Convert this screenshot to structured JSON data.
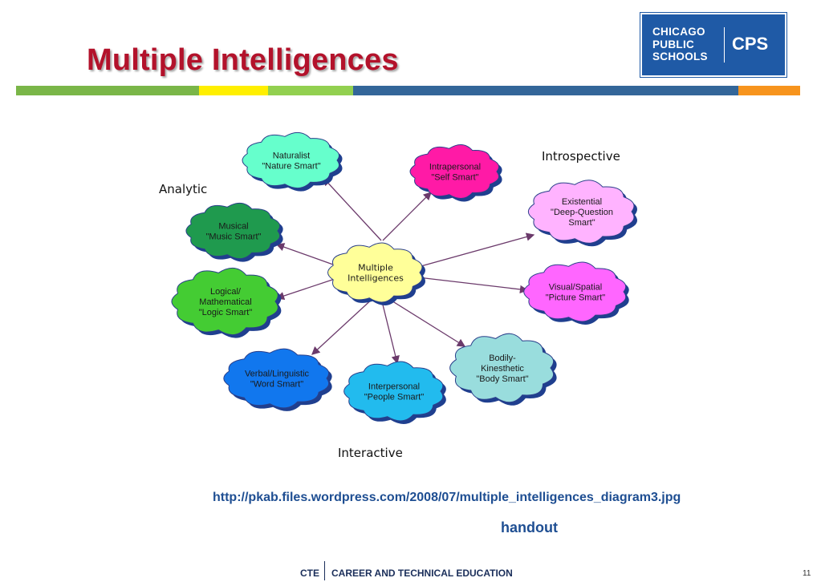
{
  "slide": {
    "title": "Multiple Intelligences",
    "source_url": "http://pkab.files.wordpress.com/2008/07/multiple_intelligences_diagram3.jpg",
    "handout": "handout",
    "page_number": "11"
  },
  "logo": {
    "lines": [
      "CHICAGO",
      "PUBLIC",
      "SCHOOLS"
    ],
    "short": "CPS",
    "color": "#1f5aa6"
  },
  "footer": {
    "left": "CTE",
    "right": "CAREER AND TECHNICAL EDUCATION"
  },
  "color_bar": [
    {
      "color": "#7ab648"
    },
    {
      "color": "#ffef00"
    },
    {
      "color": "#92d050"
    },
    {
      "color": "#336699"
    },
    {
      "color": "#f7941d"
    }
  ],
  "diagram": {
    "center": {
      "lines": [
        "Multiple",
        "Intelligences"
      ],
      "color": "#ffff99"
    },
    "category_labels": {
      "analytic": "Analytic",
      "introspective": "Introspective",
      "interactive": "Interactive"
    },
    "nodes": [
      {
        "id": "naturalist",
        "lines": [
          "Naturalist",
          "\"Nature Smart\""
        ],
        "color": "#66ffcc"
      },
      {
        "id": "intrapersonal",
        "lines": [
          "Intrapersonal",
          "\"Self Smart\""
        ],
        "color": "#ff1aa6"
      },
      {
        "id": "existential",
        "lines": [
          "Existential",
          "\"Deep-Question",
          "Smart\""
        ],
        "color": "#ffb3ff"
      },
      {
        "id": "musical",
        "lines": [
          "Musical",
          "\"Music Smart\""
        ],
        "color": "#1f9a4e"
      },
      {
        "id": "logical",
        "lines": [
          "Logical/",
          "Mathematical",
          "\"Logic Smart\""
        ],
        "color": "#44cc33"
      },
      {
        "id": "visual",
        "lines": [
          "Visual/Spatial",
          "\"Picture Smart\""
        ],
        "color": "#ff66ff"
      },
      {
        "id": "verbal",
        "lines": [
          "Verbal/Linguistic",
          "\"Word Smart\""
        ],
        "color": "#1177ee"
      },
      {
        "id": "interpersonal",
        "lines": [
          "Interpersonal",
          "\"People Smart\""
        ],
        "color": "#22bbee"
      },
      {
        "id": "bodily",
        "lines": [
          "Bodily-",
          "Kinesthetic",
          "\"Body Smart\""
        ],
        "color": "#99dddd"
      }
    ]
  }
}
